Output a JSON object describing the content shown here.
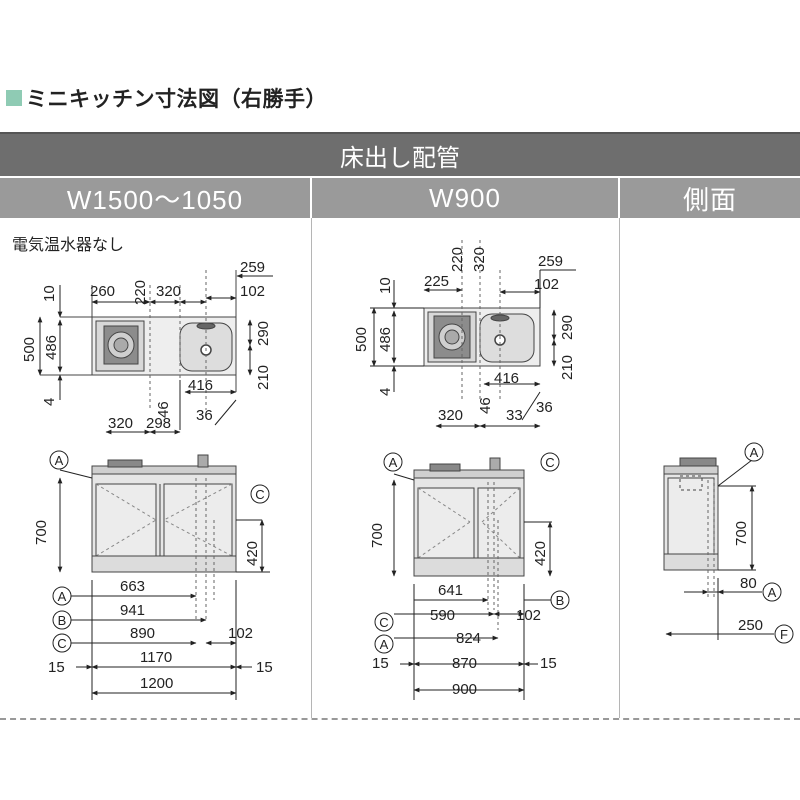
{
  "title": "ミニキッチン寸法図（右勝手）",
  "header": {
    "main": "床出し配管",
    "col1": "W1500～1050",
    "col2": "W900",
    "col3": "側面"
  },
  "note": "電気温水器なし",
  "markers": {
    "A": "A",
    "B": "B",
    "C": "C",
    "F": "F"
  },
  "dims1": {
    "d259": "259",
    "d102t": "102",
    "d260": "260",
    "d220": "220",
    "d320t": "320",
    "d10": "10",
    "d500": "500",
    "d486": "486",
    "d4": "4",
    "d290": "290",
    "d210": "210",
    "d416": "416",
    "d46": "46",
    "d36": "36",
    "d320b": "320",
    "d298": "298",
    "d700": "700",
    "d420": "420",
    "d663": "663",
    "d941": "941",
    "d890": "890",
    "d102b": "102",
    "d15l": "15",
    "d1170": "1170",
    "d15r": "15",
    "d1200": "1200"
  },
  "dims2": {
    "d220": "220",
    "d320t": "320",
    "d259": "259",
    "d225": "225",
    "d102t": "102",
    "d10": "10",
    "d500": "500",
    "d486": "486",
    "d4": "4",
    "d290": "290",
    "d210": "210",
    "d416": "416",
    "d46": "46",
    "d36": "36",
    "d320b": "320",
    "d33": "33",
    "d700": "700",
    "d420": "420",
    "d641": "641",
    "d590": "590",
    "d102b": "102",
    "d824": "824",
    "d15l": "15",
    "d870": "870",
    "d15r": "15",
    "d900": "900"
  },
  "dims3": {
    "d700": "700",
    "d80": "80",
    "d250": "250"
  }
}
